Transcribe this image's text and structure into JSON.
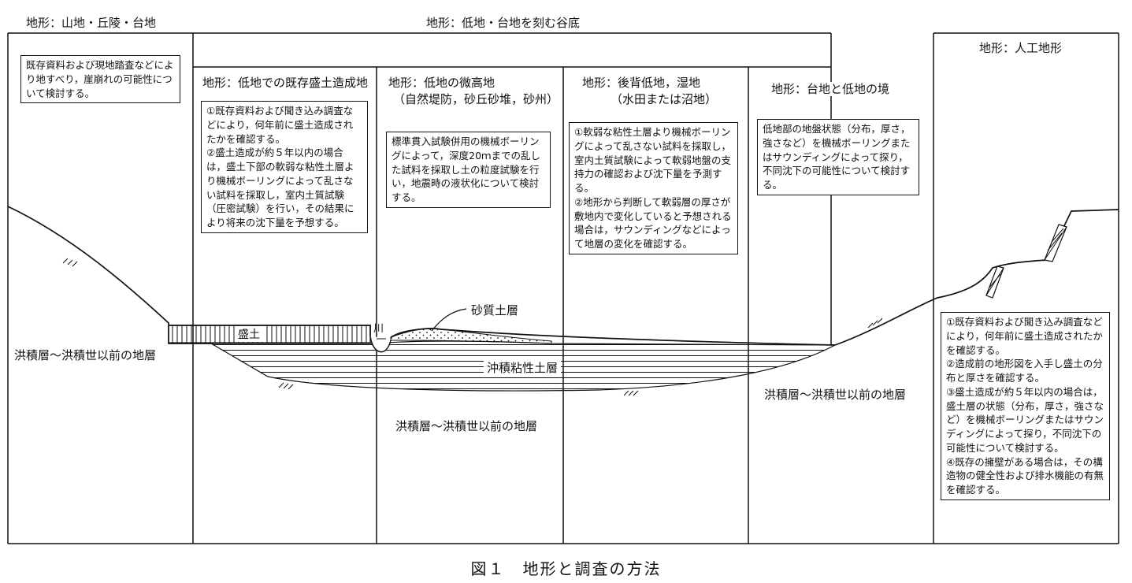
{
  "headers": {
    "mountain": "地形：山地・丘陵・台地",
    "valley": "地形：低地・台地を刻む谷底",
    "artificial": "地形：人工地形",
    "filled_lowland": "地形：低地での既存盛土造成地",
    "micro_high_1": "地形：低地の微高地",
    "micro_high_2": "（自然堤防，砂丘砂堆，砂州）",
    "back_marsh_1": "地形：後背低地，湿地",
    "back_marsh_2": "（水田または沼地）",
    "plateau_edge": "地形：台地と低地の境"
  },
  "boxes": {
    "mountain": "既存資料および現地踏査などにより地すべり，崖崩れの可能性について検討する。",
    "filled_lowland": [
      "①既存資料および聞き込み調査などにより，何年前に盛土造成されたかを確認する。",
      "②盛土造成が約５年以内の場合は，盛土下部の軟弱な粘性土層より機械ボーリングによって乱さない試料を採取し，室内土質試験（圧密試験）を行い，その結果により将来の沈下量を予想する。"
    ],
    "micro_high": "標準貫入試験併用の機械ボーリングによって，深度20ｍまでの乱した試料を採取し土の粒度試験を行い，地震時の液状化について検討する。",
    "back_marsh": [
      "①軟弱な粘性土層より機械ボーリングによって乱さない試料を採取し，室内土質試験によって軟弱地盤の支持力の確認および沈下量を予測する。",
      "②地形から判断して軟弱層の厚さが敷地内で変化していると予想される場合は，サウンディングなどによって地層の変化を確認する。"
    ],
    "plateau_edge": "低地部の地盤状態（分布，厚さ，強さなど）を機械ボーリングまたはサウンディングによって探り，不同沈下の可能性について検討する。",
    "artificial": [
      "①既存資料および聞き込み調査などにより，何年前に盛土造成されたかを確認する。",
      "②造成前の地形図を入手し盛土の分布と厚さを確認する。",
      "③盛土造成が約５年以内の場合は，盛土層の状態（分布，厚さ，強さなど）を機械ボーリングまたはサウンディングによって探り，不同沈下の可能性について検討する。",
      "④既存の擁壁がある場合は，その構造物の健全性および排水機能の有無を確認する。"
    ]
  },
  "layers": {
    "fill": "盛土",
    "river": "川",
    "sand": "砂質土層",
    "alluvial_clay": "沖積粘性土層",
    "diluvial_left": "洪積層〜洪積世以前の地層",
    "diluvial_center": "洪積層〜洪積世以前の地層",
    "diluvial_right": "洪積層〜洪積世以前の地層"
  },
  "caption": "図１　地形と調査の方法"
}
